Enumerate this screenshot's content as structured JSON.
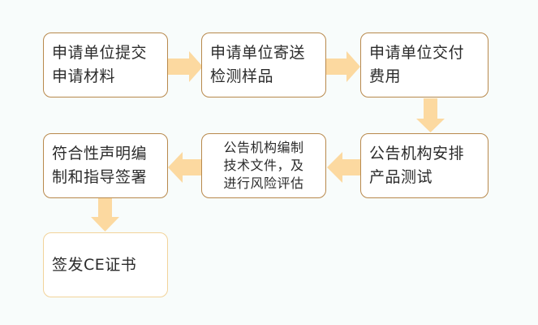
{
  "flowchart": {
    "colors": {
      "box_border": "#b8894c",
      "final_border": "#f2d39a",
      "arrow": "#fcd9a0",
      "background": "#f8fcfb"
    },
    "nodes": [
      {
        "id": "n1",
        "text": "申请单位提交\n申请材料"
      },
      {
        "id": "n2",
        "text": "申请单位寄送\n检测样品"
      },
      {
        "id": "n3",
        "text": "申请单位交付\n费用"
      },
      {
        "id": "n4",
        "text": "公告机构安排\n产品测试"
      },
      {
        "id": "n5",
        "text": "公告机构编制\n技术文件，及\n进行风险评估"
      },
      {
        "id": "n6",
        "text": "符合性声明编\n制和指导签署"
      },
      {
        "id": "n7",
        "text": "签发CE证书"
      }
    ],
    "edges": [
      {
        "from": "n1",
        "to": "n2"
      },
      {
        "from": "n2",
        "to": "n3"
      },
      {
        "from": "n3",
        "to": "n4"
      },
      {
        "from": "n4",
        "to": "n5"
      },
      {
        "from": "n5",
        "to": "n6"
      },
      {
        "from": "n6",
        "to": "n7"
      }
    ]
  }
}
